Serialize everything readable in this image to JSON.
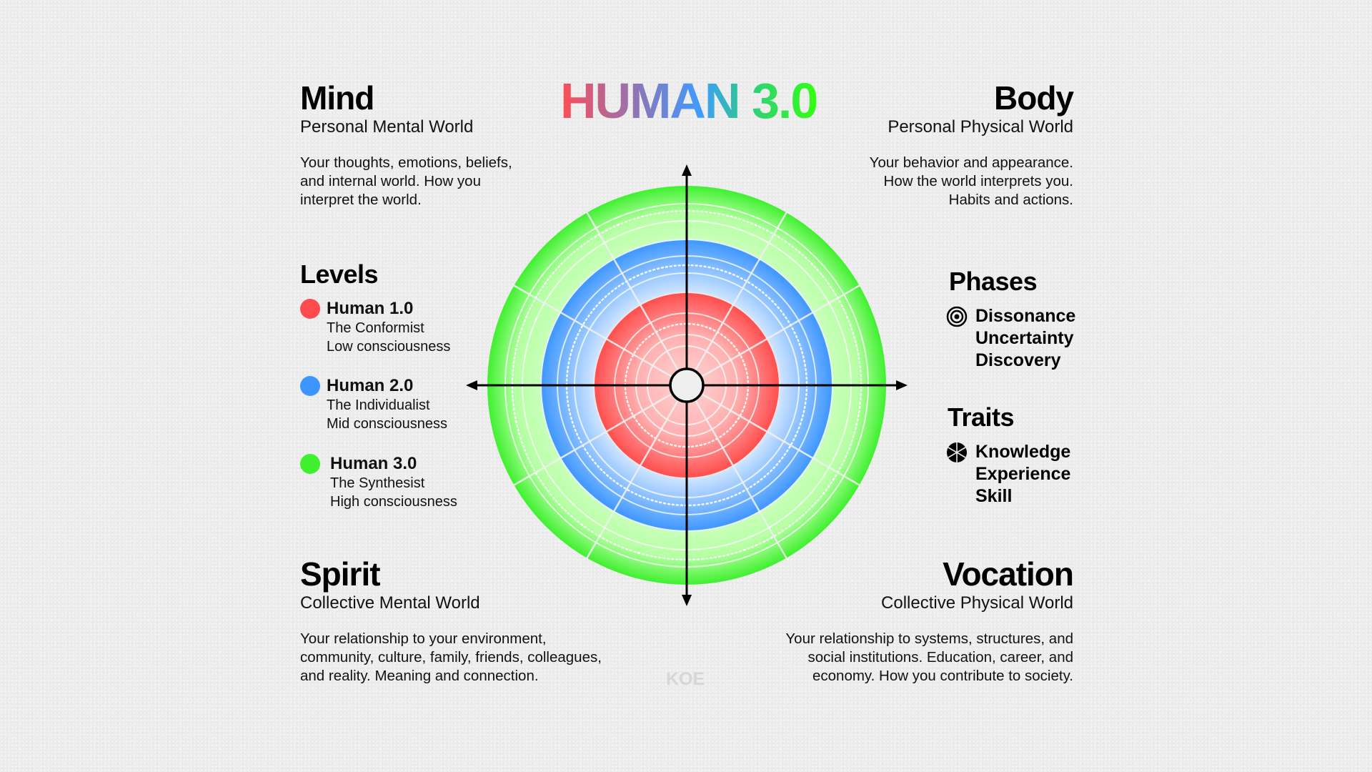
{
  "title": {
    "main": "HUMAN",
    "version": "3.0"
  },
  "quadrants": {
    "mind": {
      "title": "Mind",
      "subtitle": "Personal Mental World",
      "lines": [
        "Your thoughts, emotions, beliefs,",
        "and internal world. How you",
        "interpret the world."
      ]
    },
    "body": {
      "title": "Body",
      "subtitle": "Personal Physical World",
      "lines": [
        "Your behavior and appearance.",
        "How the world interprets you.",
        "Habits and actions."
      ]
    },
    "spirit": {
      "title": "Spirit",
      "subtitle": "Collective Mental World",
      "lines": [
        "Your relationship to your environment,",
        "community, culture, family, friends, colleagues,",
        "and reality. Meaning and connection."
      ]
    },
    "vocation": {
      "title": "Vocation",
      "subtitle": "Collective Physical World",
      "lines": [
        "Your relationship to systems, structures, and",
        "social institutions. Education, career, and",
        "economy. How you contribute to society."
      ]
    }
  },
  "levels": {
    "heading": "Levels",
    "items": [
      {
        "name": "Human 1.0",
        "type": "The Conformist",
        "consciousness": "Low consciousness",
        "color": "#ff4d4d"
      },
      {
        "name": "Human 2.0",
        "type": "The Individualist",
        "consciousness": "Mid consciousness",
        "color": "#3d96ff"
      },
      {
        "name": "Human 3.0",
        "type": "The Synthesist",
        "consciousness": "High consciousness",
        "color": "#3ff02f"
      }
    ]
  },
  "phases": {
    "heading": "Phases",
    "icon": "concentric-circles-icon",
    "items": [
      "Dissonance",
      "Uncertainty",
      "Discovery"
    ]
  },
  "traits": {
    "heading": "Traits",
    "icon": "segmented-circle-icon",
    "items": [
      "Knowledge",
      "Experience",
      "Skill"
    ]
  },
  "watermark": "KOE",
  "colors": {
    "green_outer": "#3ff02f",
    "green_inner": "#c9ffba",
    "blue_outer": "#3d96ff",
    "blue_inner": "#cfe5ff",
    "red_outer": "#ff4d4d",
    "red_inner": "#ffc4c4"
  }
}
